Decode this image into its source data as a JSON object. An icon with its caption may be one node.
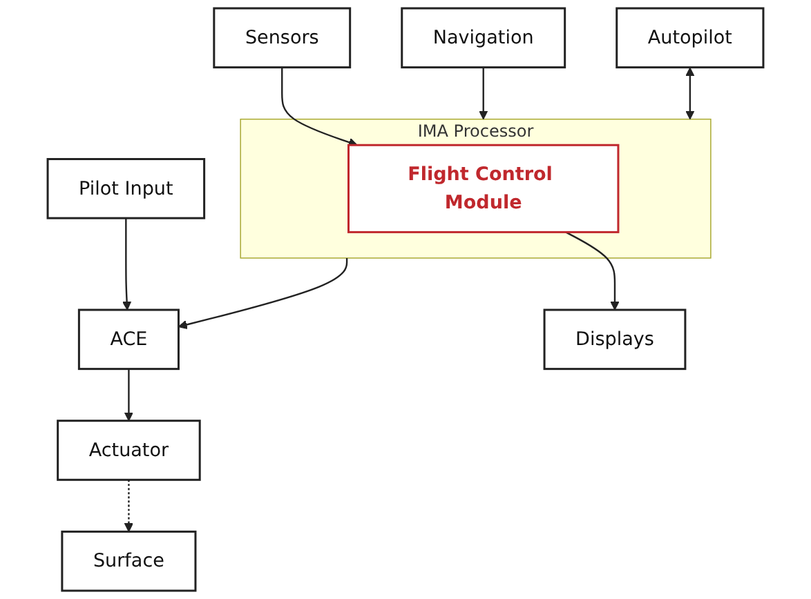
{
  "diagram": {
    "nodes": [
      {
        "text": [
          "Pilot Input"
        ]
      },
      {
        "text": [
          "ACE"
        ]
      },
      {
        "text": [
          "Actuator"
        ]
      },
      {
        "text": [
          "Surface"
        ]
      },
      {
        "text": [
          "Displays"
        ]
      },
      {
        "text": [
          "IMA Processor"
        ]
      },
      {
        "text": [
          "Flight Control Module"
        ],
        "in": 5
      },
      {
        "text": [
          "Sensors"
        ]
      },
      {
        "text": [
          "Navigation"
        ]
      },
      {
        "text": [
          "Autopilot"
        ]
      }
    ],
    "edges": [
      {
        "from": 0,
        "to": 1,
        "arrow": "to"
      },
      {
        "from": 1,
        "to": 2,
        "arrow": "to"
      },
      {
        "from": 2,
        "to": 3,
        "arrow": "to",
        "style": "dashed"
      },
      {
        "from": 5,
        "to": 1,
        "arrow": "to"
      },
      {
        "from": 6,
        "to": 4,
        "arrow": "to"
      },
      {
        "from": 7,
        "to": 6,
        "arrow": "to"
      },
      {
        "from": 8,
        "to": 5,
        "arrow": "to"
      },
      {
        "from": 9,
        "to": 5,
        "arrow": "both"
      }
    ]
  }
}
